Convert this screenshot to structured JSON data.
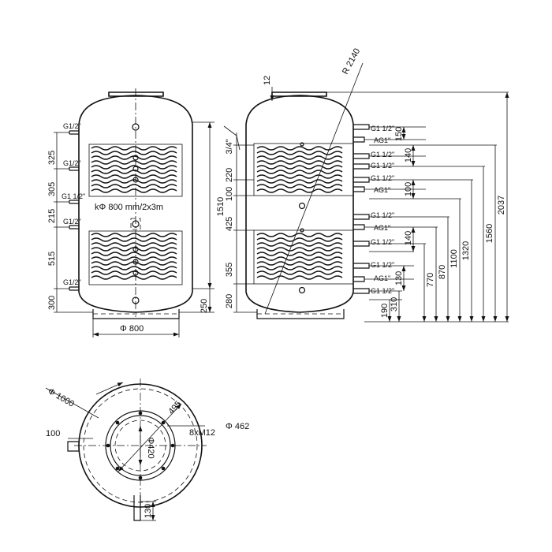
{
  "front_view": {
    "labels": {
      "g_top": "G1/2\"",
      "g_upper": "G1/2\"",
      "g_mid": "G1 1/2\"",
      "g_low": "G1/2\"",
      "g_bottom": "G1/2\""
    },
    "dims": {
      "d325": "325",
      "d305": "305",
      "d215": "215",
      "d515": "515",
      "d300": "300",
      "d1510": "1510",
      "d250": "250",
      "diam800": "Φ 800"
    },
    "flange_note": "kΦ 800 mm/2x3m"
  },
  "side_view": {
    "labels": {
      "p1": "G1 1/2\"",
      "p2": "AG1\"",
      "p3": "G1 1/2\"",
      "p4": "G1 1/2\"",
      "p5": "G1 1/2\"",
      "p6": "AG1\"",
      "p7": "G1 1/2\"",
      "p8": "AG1\"",
      "p9": "G1 1/2\"",
      "p10": "G1 1/2\"",
      "p11": "AG1\"",
      "p12": "G1 1/2\""
    },
    "dims": {
      "d12": "12",
      "r2140": "R 2140",
      "d3_4": "3/4\"",
      "d220": "220",
      "d100": "100",
      "d425": "425",
      "d355": "355",
      "d280": "280",
      "d150": "150",
      "d140a": "140",
      "d100b": "100",
      "d140b": "140",
      "d130": "130",
      "d190": "190",
      "d310": "310",
      "d770": "770",
      "d870": "870",
      "d1100": "1100",
      "d1320": "1320",
      "d1560": "1560",
      "d2037": "2037"
    }
  },
  "top_view": {
    "dims": {
      "diam1000": "Φ 1000",
      "d100": "100",
      "d495": "495",
      "bolts": "8xM12",
      "diam462": "Φ 462",
      "diam420": "Φ420",
      "d130": "130"
    }
  }
}
